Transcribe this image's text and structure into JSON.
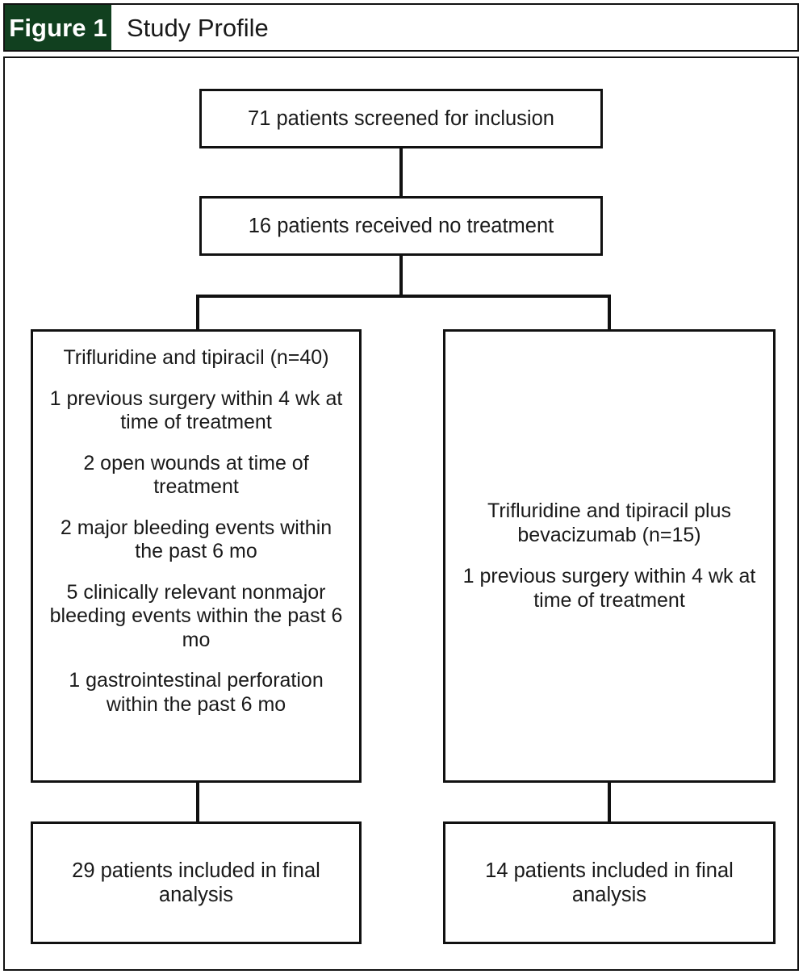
{
  "header": {
    "figure_label": "Figure 1",
    "title": "Study Profile",
    "label_background_color": "#11401f",
    "label_text_color": "#ffffff",
    "title_text_color": "#1a1a1a"
  },
  "chart_data": {
    "type": "diagram",
    "diagram_kind": "study-profile-flowchart",
    "title": "Study Profile",
    "nodes": [
      {
        "id": "screened",
        "lines": [
          "71 patients screened for inclusion"
        ],
        "count": 71
      },
      {
        "id": "no-treatment",
        "lines": [
          "16 patients received no treatment"
        ],
        "count": 16
      },
      {
        "id": "monotherapy-arm",
        "lines": [
          "Trifluridine and tipiracil (n=40)",
          "1 previous surgery within 4 wk at time of treatment",
          "2 open wounds at time of treatment",
          "2 major bleeding events within the past 6 mo",
          "5 clinically relevant nonmajor bleeding events within the past 6 mo",
          "1 gastrointestinal perforation within the past 6 mo"
        ],
        "count": 40
      },
      {
        "id": "combination-arm",
        "lines": [
          "Trifluridine and tipiracil plus bevacizumab (n=15)",
          "1 previous surgery within 4 wk at time of treatment"
        ],
        "count": 15
      },
      {
        "id": "final-monotherapy",
        "lines": [
          "29 patients included in final analysis"
        ],
        "count": 29
      },
      {
        "id": "final-combination",
        "lines": [
          "14 patients included in final analysis"
        ],
        "count": 14
      }
    ],
    "edges": [
      {
        "from": "screened",
        "to": "no-treatment"
      },
      {
        "from": "no-treatment",
        "to": "monotherapy-arm"
      },
      {
        "from": "no-treatment",
        "to": "combination-arm"
      },
      {
        "from": "monotherapy-arm",
        "to": "final-monotherapy"
      },
      {
        "from": "combination-arm",
        "to": "final-combination"
      }
    ]
  },
  "nodes": {
    "screened": {
      "line1": "71 patients screened for inclusion"
    },
    "no_treatment": {
      "line1": "16 patients received no treatment"
    },
    "mono_arm": {
      "line1": "Trifluridine and tipiracil (n=40)",
      "line2": "1 previous surgery within 4 wk at time of treatment",
      "line3": "2 open wounds at time of treatment",
      "line4": "2 major bleeding events within the past 6 mo",
      "line5": "5 clinically relevant nonmajor bleeding events within the past 6 mo",
      "line6": "1 gastrointestinal perforation within the past 6 mo"
    },
    "combo_arm": {
      "line1": "Trifluridine and tipiracil plus bevacizumab (n=15)",
      "line2": "1 previous surgery within 4 wk at time of treatment"
    },
    "final_left": {
      "line1": "29 patients included in final analysis"
    },
    "final_right": {
      "line1": "14 patients included in final analysis"
    }
  }
}
